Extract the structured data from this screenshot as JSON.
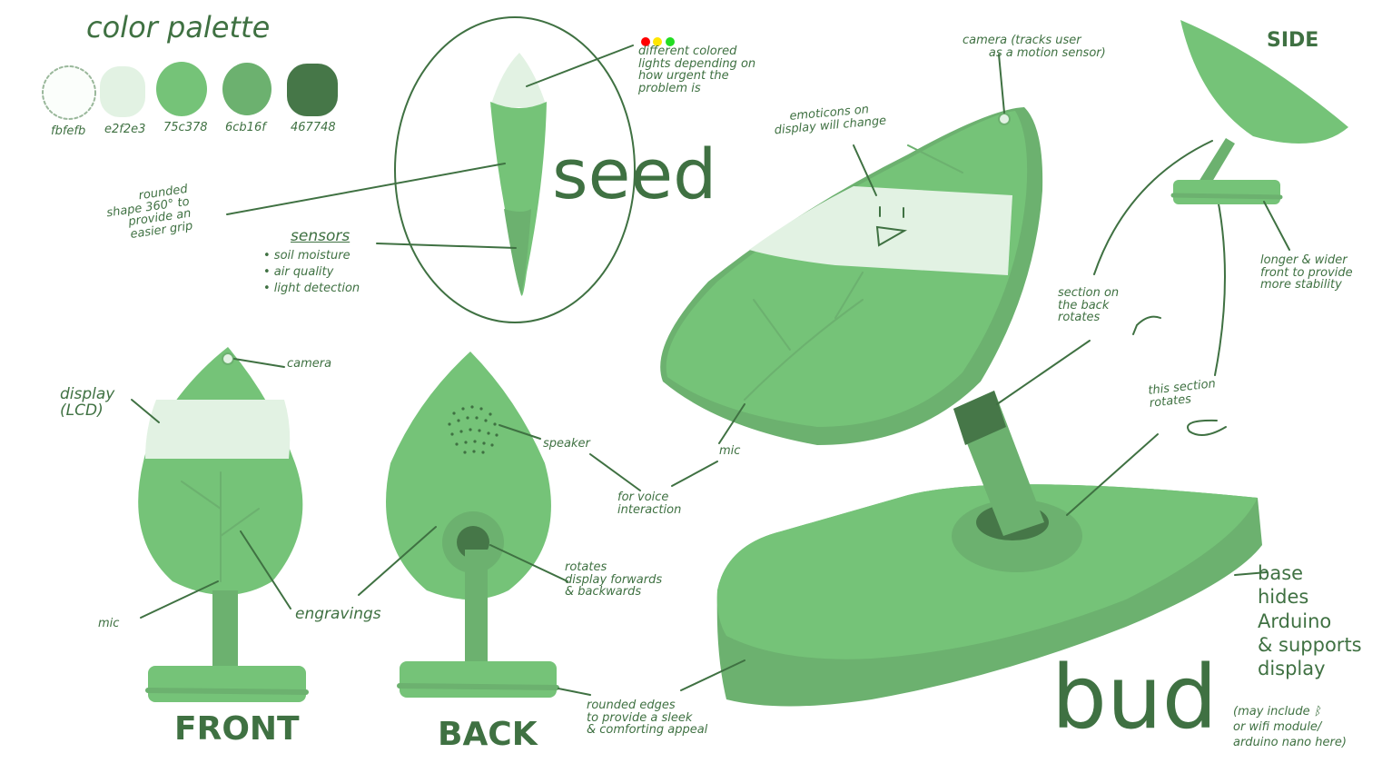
{
  "palette": {
    "title": "color palette",
    "swatches": [
      {
        "label": "fbfefb",
        "color": "#fbfefb"
      },
      {
        "label": "e2f2e3",
        "color": "#e2f2e3"
      },
      {
        "label": "75c378",
        "color": "#75c378"
      },
      {
        "label": "6cb16f",
        "color": "#6cb16f"
      },
      {
        "label": "467748",
        "color": "#467748"
      }
    ]
  },
  "seed": {
    "title": "seed",
    "lights_note": "different colored\nlights depending on\nhow urgent the\nproblem is",
    "light_colors": [
      "#ff0000",
      "#ffe600",
      "#22dd22"
    ],
    "shape_note": "rounded\nshape 360° to\nprovide an\neasier grip",
    "sensors_title": "sensors",
    "sensors": [
      "• soil moisture",
      "• air quality",
      "• light detection"
    ]
  },
  "front": {
    "title": "FRONT",
    "camera": "camera",
    "display": "display\n(LCD)",
    "mic": "mic",
    "engravings": "engravings"
  },
  "back": {
    "title": "BACK",
    "speaker": "speaker",
    "voice": "for voice\ninteraction",
    "rotates": "rotates\ndisplay forwards\n& backwards",
    "rounded_edges": "rounded edges\nto provide a sleek\n& comforting appeal"
  },
  "bud": {
    "title": "bud",
    "emoticons": "emoticons on\ndisplay will change",
    "camera": "camera (tracks user\n       as a motion sensor)",
    "mic": "mic",
    "back_rotates": "section on\nthe back\nrotates",
    "this_rotates": "this section\nrotates",
    "base_note": "base\nhides\nArduino\n& supports\ndisplay",
    "base_small": "(may include ᛒ\nor wifi module/\narduino nano here)"
  },
  "side": {
    "title": "SIDE",
    "note": "longer & wider\nfront to provide\nmore stability"
  }
}
